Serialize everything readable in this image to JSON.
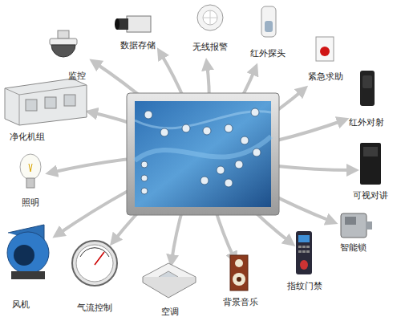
{
  "diagram": {
    "labels": [
      "监控",
      "数据存储",
      "无线报警",
      "红外探头",
      "紧急求助",
      "红外对射",
      "可视对讲",
      "智能锁",
      "指纹门禁",
      "背景音乐",
      "空调",
      "气流控制",
      "风机",
      "照明",
      "净化机组"
    ]
  }
}
